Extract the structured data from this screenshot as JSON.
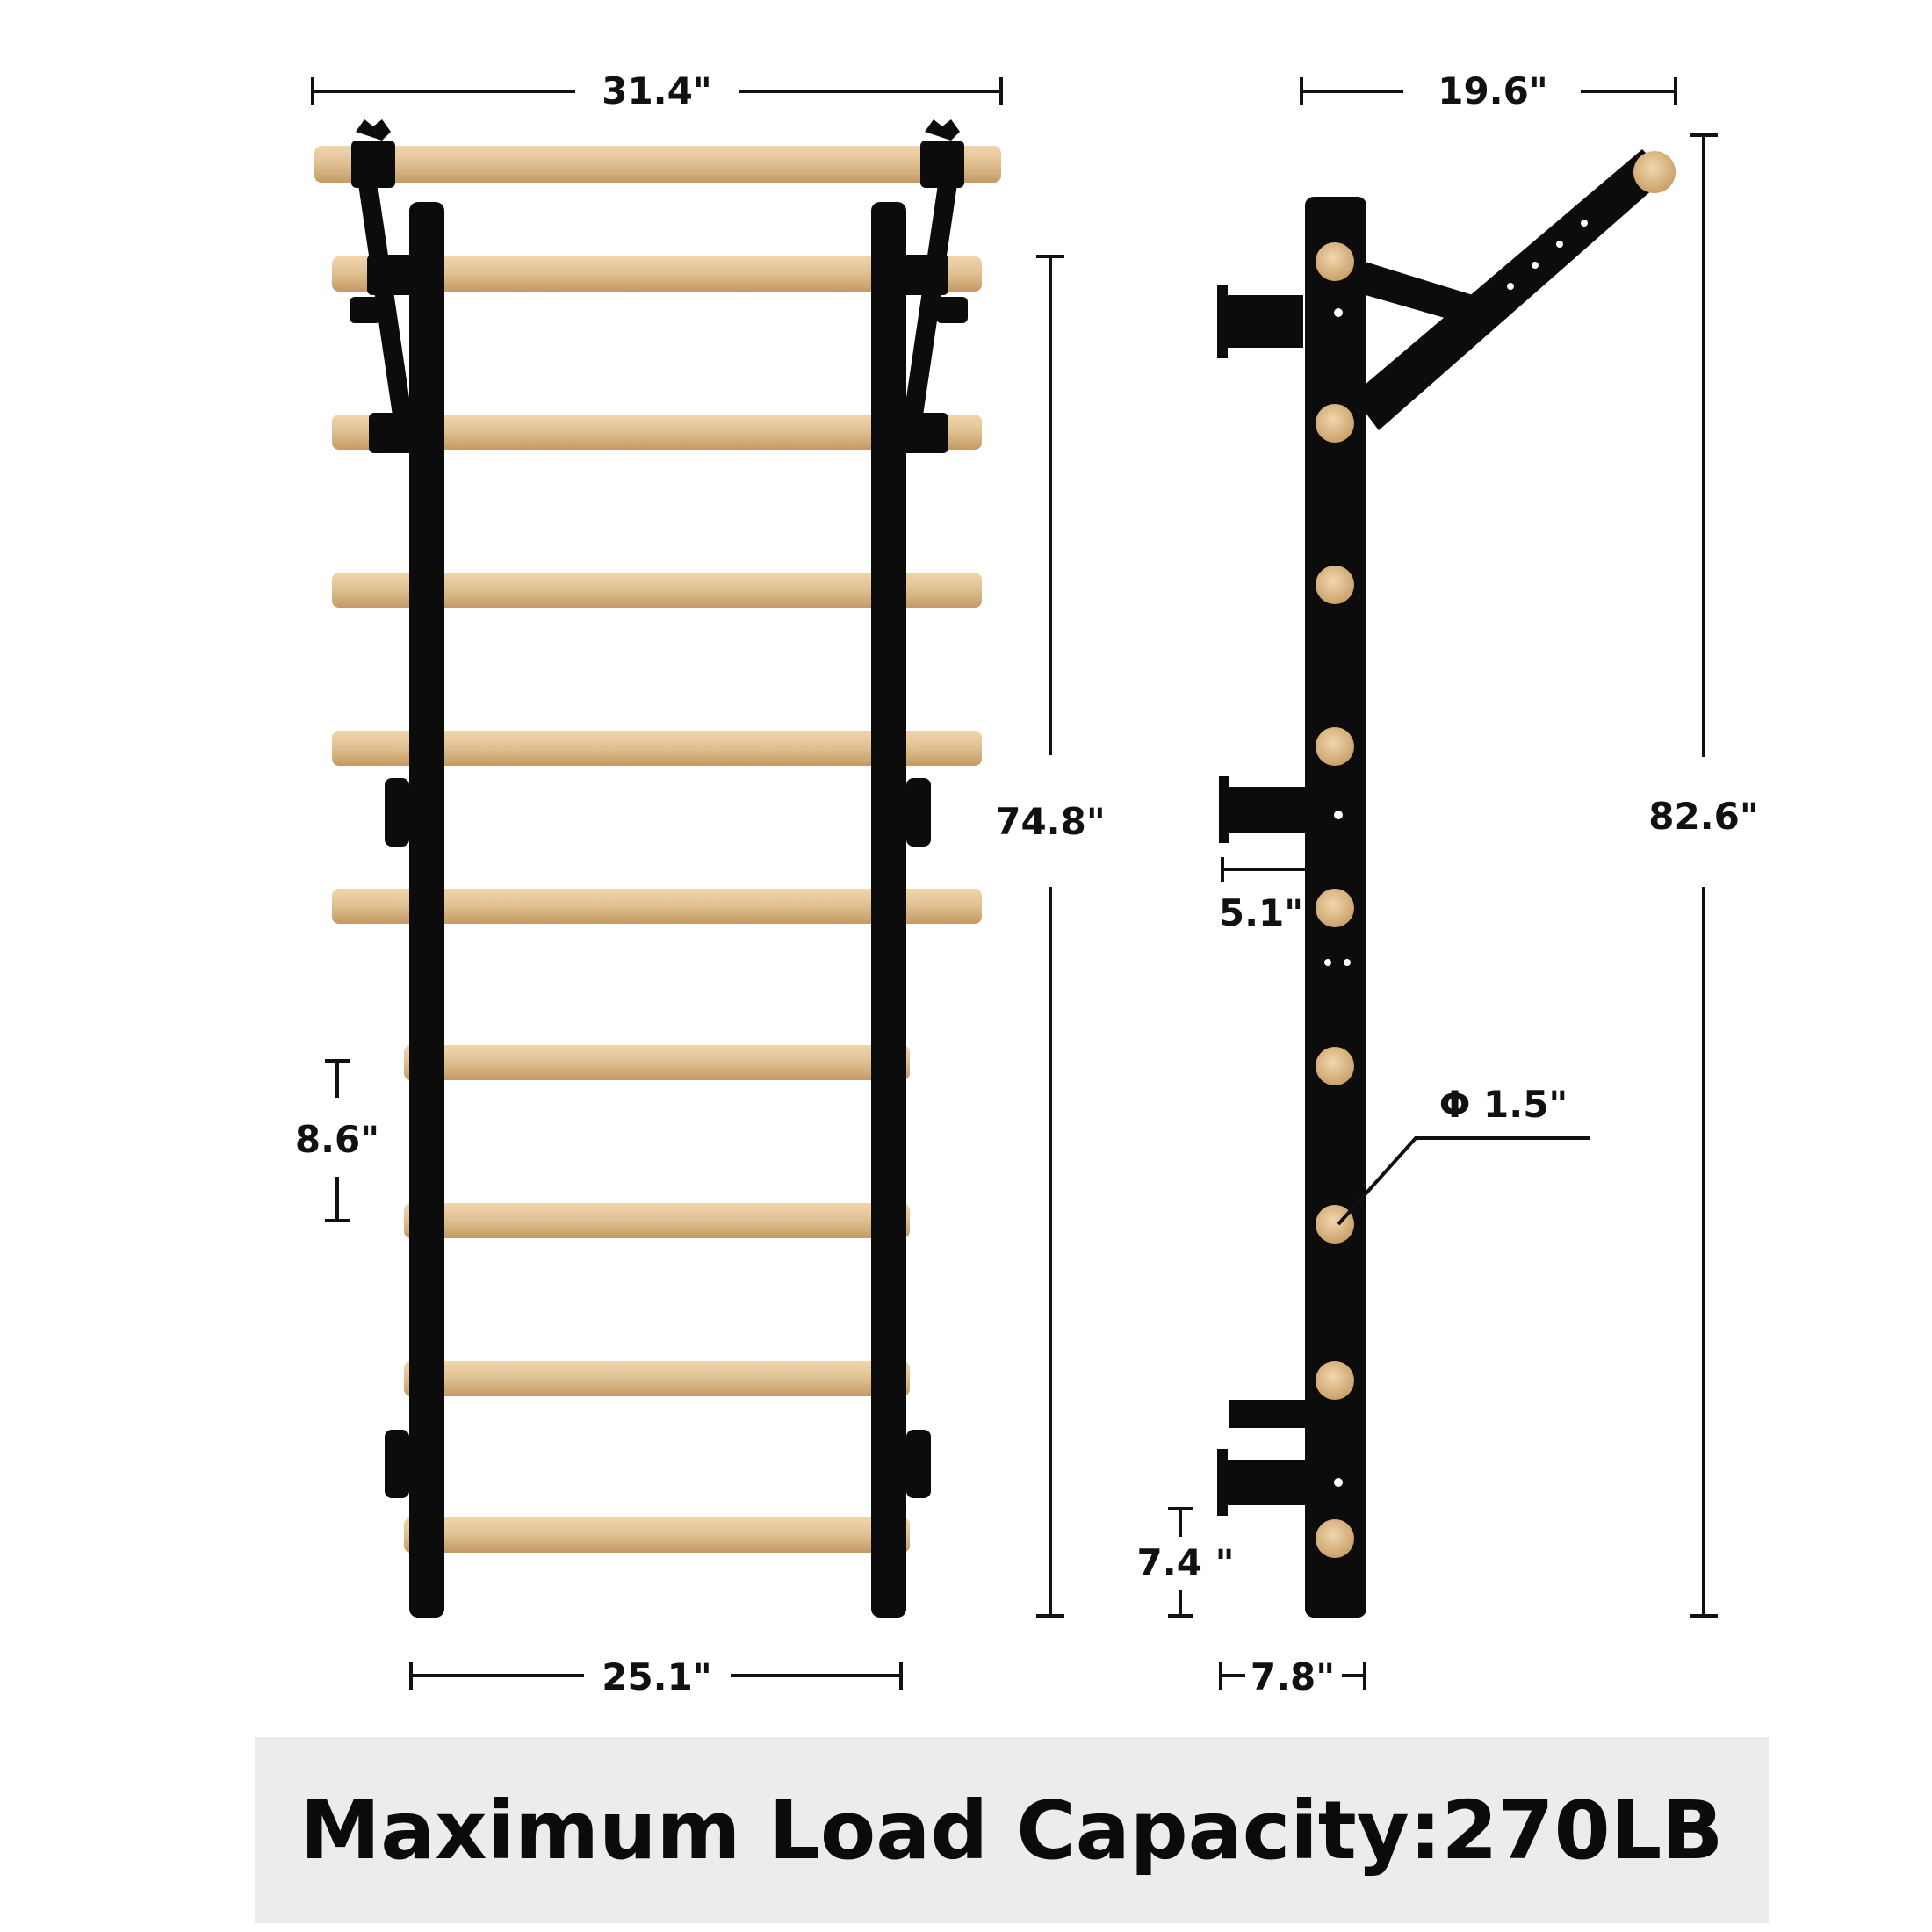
{
  "dimensions": {
    "front_top_width": "31.4\"",
    "front_bottom_width": "25.1\"",
    "front_height": "74.8\"",
    "rung_spacing": "8.6\"",
    "side_top_depth": "19.6\"",
    "side_total_height": "82.6\"",
    "bracket_depth": "5.1\"",
    "rung_diameter": "Φ 1.5\"",
    "bottom_clearance": "7.4 \"",
    "side_base_width": "7.8\""
  },
  "banner": {
    "text": "Maximum Load Capacity:270LB"
  },
  "colors": {
    "frame": "#0c0c0c",
    "wood": "#e2c294",
    "wood_dark": "#c9a06b",
    "line": "#111111",
    "banner_bg": "#ececec"
  }
}
